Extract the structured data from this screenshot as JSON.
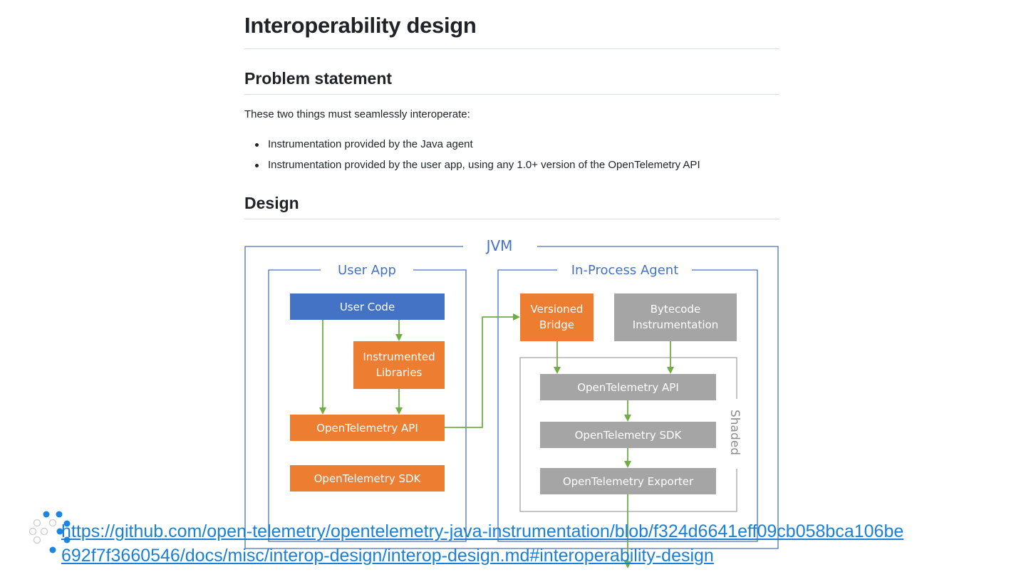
{
  "document": {
    "title": "Interoperability design",
    "sections": {
      "problem": {
        "heading": "Problem statement",
        "intro": "These two things must seamlessly interoperate:",
        "bullets": [
          "Instrumentation provided by the Java agent",
          "Instrumentation provided by the user app, using any 1.0+ version of the OpenTelemetry API"
        ]
      },
      "design": {
        "heading": "Design"
      }
    }
  },
  "diagram": {
    "jvm_label": "JVM",
    "user_app": {
      "label": "User App",
      "user_code": "User Code",
      "instrumented_libraries": [
        "Instrumented",
        "Libraries"
      ],
      "otel_api": "OpenTelemetry API",
      "otel_sdk": "OpenTelemetry SDK"
    },
    "agent": {
      "label": "In-Process Agent",
      "versioned_bridge": [
        "Versioned",
        "Bridge"
      ],
      "bytecode_instrumentation": [
        "Bytecode",
        "Instrumentation"
      ],
      "shaded_label": "Shaded",
      "otel_api": "OpenTelemetry API",
      "otel_sdk": "OpenTelemetry SDK",
      "otel_exporter": "OpenTelemetry Exporter"
    },
    "colors": {
      "frame_blue": "#4472c4",
      "box_blue": "#4472c4",
      "box_orange": "#ed7d31",
      "box_gray": "#a5a5a5",
      "arrow_green": "#70ad47",
      "shaded_border": "#a5a5a5"
    }
  },
  "link": {
    "line1": "https://github.com/open-telemetry/opentelemetry-java-instrumentation/blob/f324d6641eff09cb058bca106be",
    "line2": "692f7f3660546/docs/misc/interop-design/interop-design.md#interoperability-design"
  }
}
